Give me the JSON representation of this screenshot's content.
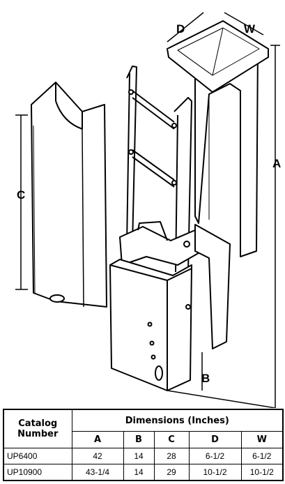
{
  "dimension_labels": {
    "a": "A",
    "b": "B",
    "c": "C",
    "d": "D",
    "w": "W"
  },
  "table": {
    "header_catalog": "Catalog Number",
    "header_dimensions": "Dimensions (Inches)",
    "columns": [
      "A",
      "B",
      "C",
      "D",
      "W"
    ],
    "rows": [
      {
        "catalog": "UP6400",
        "values": [
          "42",
          "14",
          "28",
          "6-1/2",
          "6-1/2"
        ]
      },
      {
        "catalog": "UP10900",
        "values": [
          "43-1/4",
          "14",
          "29",
          "10-1/2",
          "10-1/2"
        ]
      }
    ]
  }
}
